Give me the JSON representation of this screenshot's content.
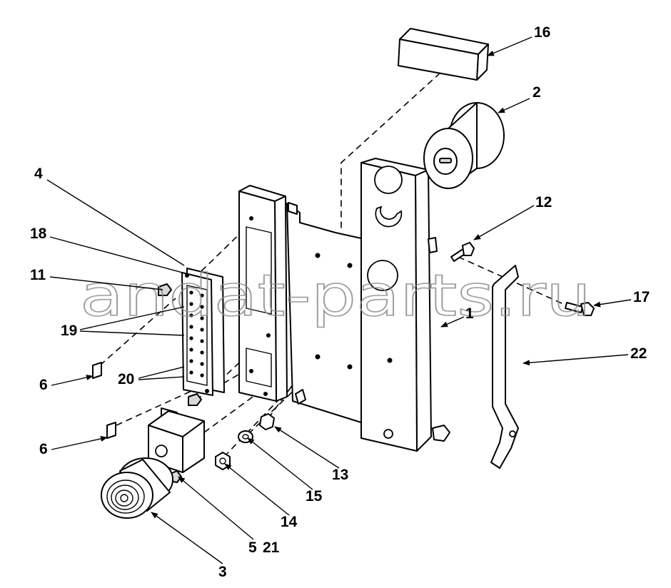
{
  "diagram": {
    "callouts": [
      "16",
      "2",
      "12",
      "17",
      "1",
      "22",
      "4",
      "18",
      "11",
      "19",
      "6",
      "20",
      "6",
      "13",
      "15",
      "14",
      "5",
      "21",
      "3"
    ]
  },
  "watermark": "andat-parts.ru"
}
